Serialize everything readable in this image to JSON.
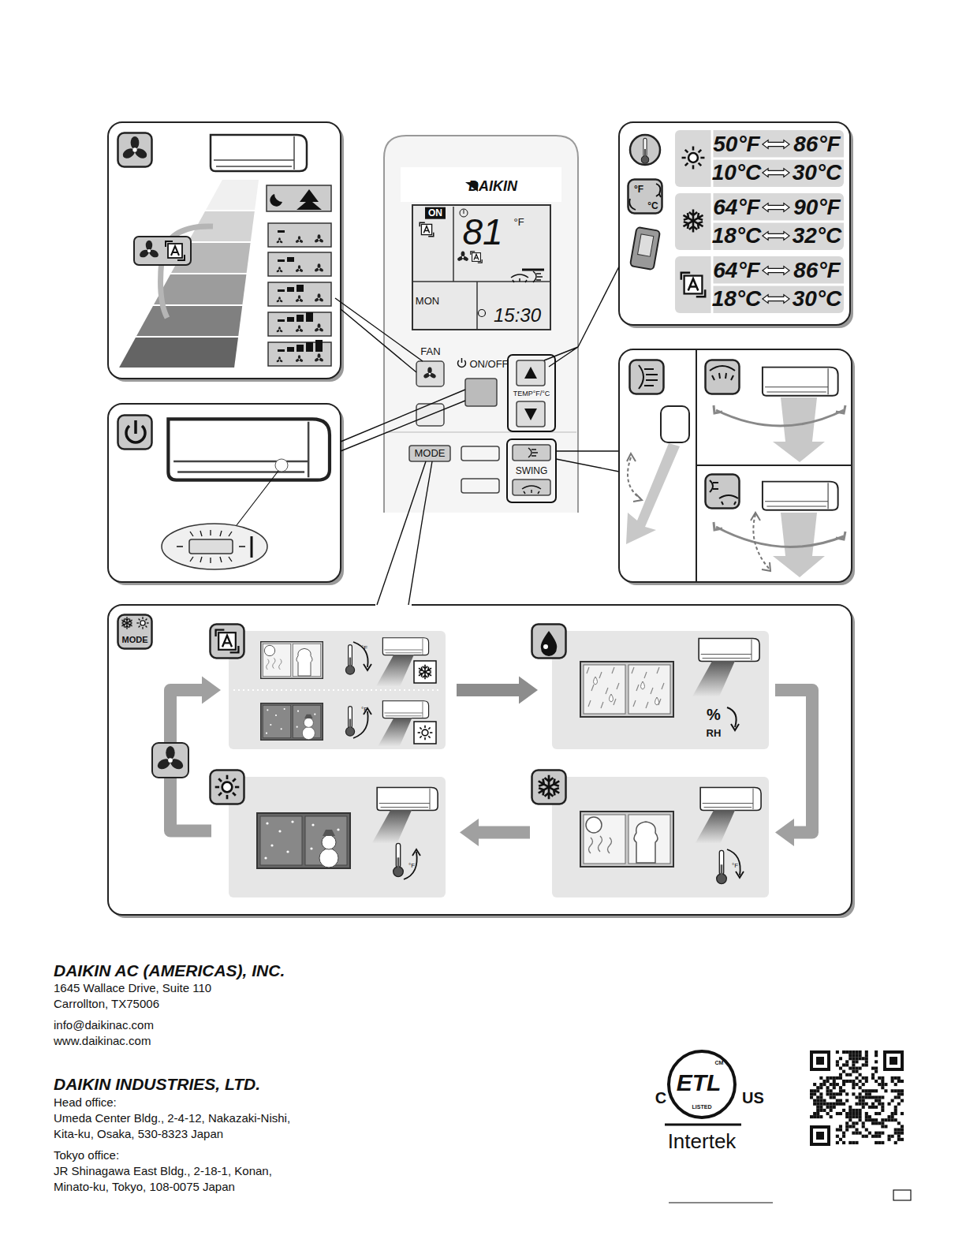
{
  "diagram": {
    "nodes": [
      {
        "text": [
          "DAIKIN",
          "ON",
          "81",
          "°F",
          "MON",
          "15:30",
          "FAN",
          "ON/OFF",
          "TEMP°F/°C",
          "MODE",
          "SWING"
        ]
      },
      {
        "text": [
          "°F",
          "°C",
          "50°F",
          "86°F",
          "10°C",
          "30°C",
          "64°F",
          "90°F",
          "18°C",
          "32°C",
          "64°F",
          "86°F",
          "18°C",
          "30°C"
        ]
      },
      {
        "text": [
          "MODE"
        ]
      },
      {
        "text": [
          "°F",
          "°F"
        ],
        "in": 2
      },
      {
        "text": [
          "%",
          "RH"
        ],
        "in": 2
      },
      {
        "text": [
          "°F"
        ],
        "in": 2
      },
      {
        "text": [
          "°F"
        ],
        "in": 2
      }
    ],
    "edges": [
      {
        "from": 0,
        "to": 1,
        "arrow": "none"
      },
      {
        "from": 0,
        "to": 2,
        "arrow": "none"
      },
      {
        "from": 3,
        "to": 4,
        "arrow": "to"
      },
      {
        "from": 4,
        "to": 6,
        "arrow": "to"
      },
      {
        "from": 6,
        "to": 5,
        "arrow": "to"
      },
      {
        "from": 5,
        "to": 3,
        "arrow": "to"
      }
    ],
    "labels": [
      "DAIKIN AC (AMERICAS), INC.",
      "1645 Wallace Drive, Suite 110",
      "Carrollton, TX75006",
      "info@daikinac.com",
      "www.daikinac.com",
      "DAIKIN INDUSTRIES, LTD.",
      "Head office:",
      "Umeda Center Bldg., 2-4-12, Nakazaki-Nishi,",
      "Kita-ku, Osaka, 530-8323 Japan",
      "Tokyo office:",
      "JR Shinagawa East Bldg., 2-18-1, Konan,",
      "Minato-ku, Tokyo, 108-0075 Japan",
      "C",
      "US",
      "CM",
      "LISTED",
      "Intertek",
      "ETL"
    ]
  }
}
